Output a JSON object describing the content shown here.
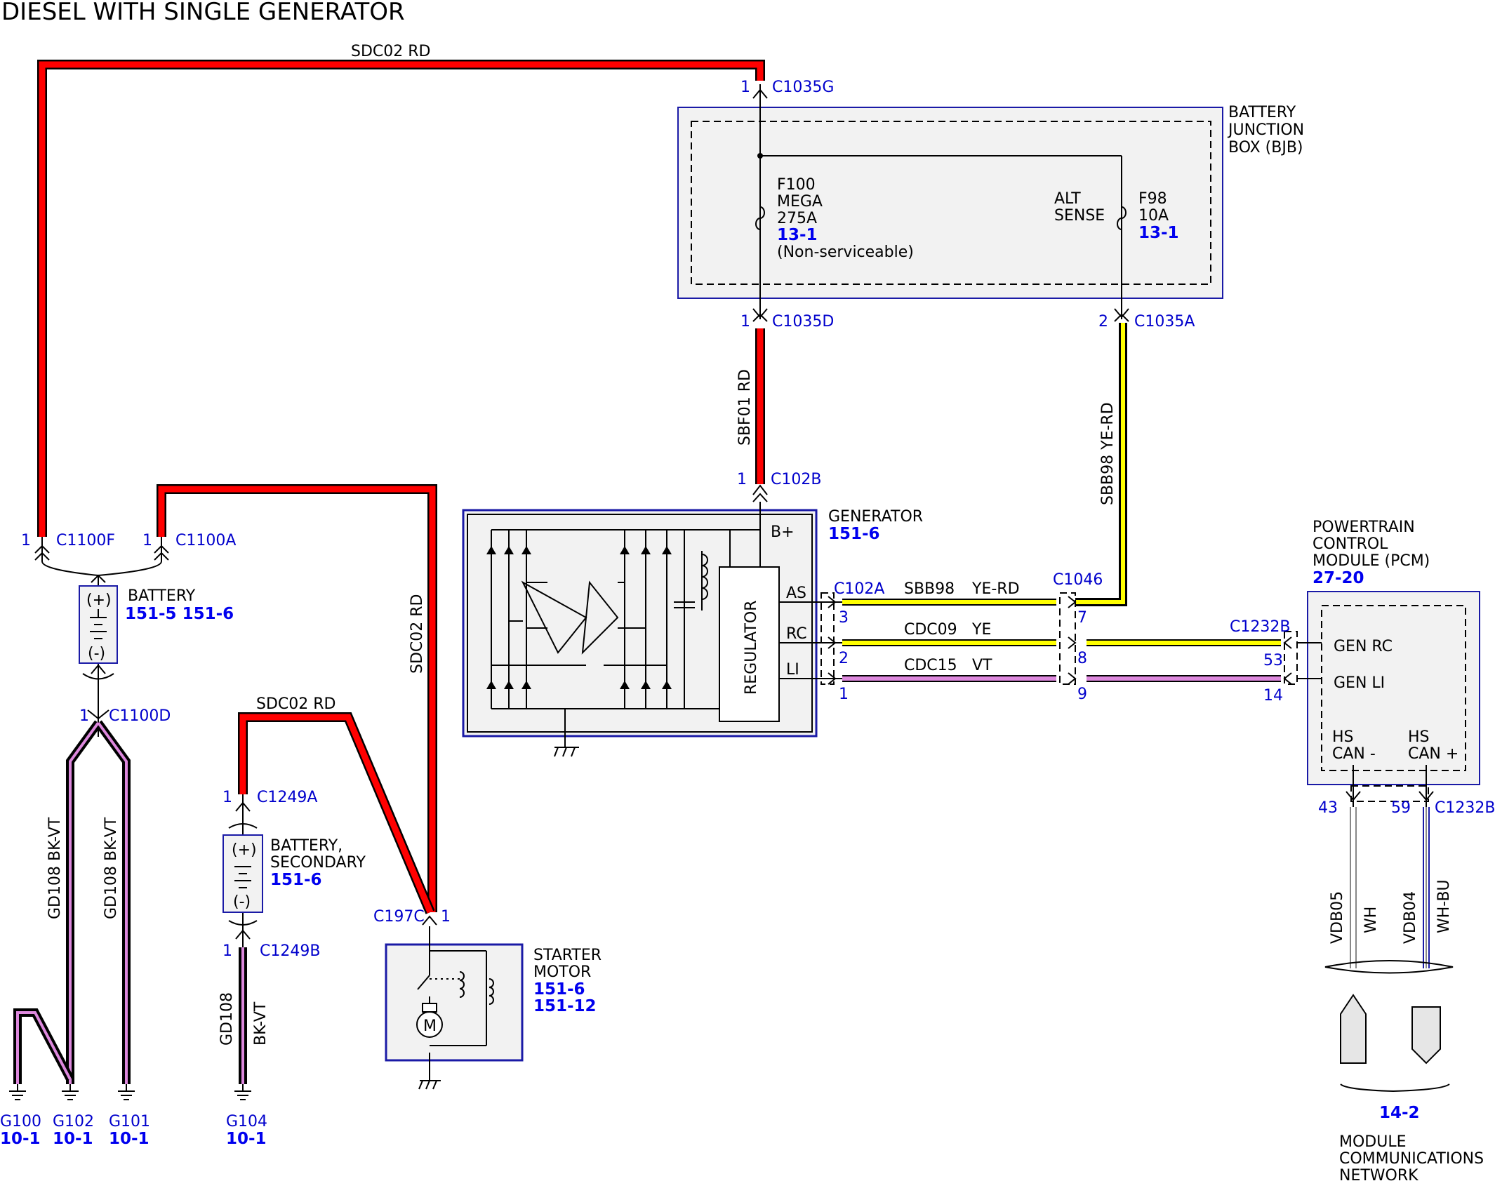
{
  "title": "DIESEL WITH SINGLE GENERATOR",
  "wires": {
    "sdc02_top": "SDC02   RD",
    "sbf01": "SBF01   RD",
    "sdc02_mid": "SDC02   RD",
    "sdc02_low": "SDC02   RD",
    "sbb98_vert": "SBB98   YE-RD",
    "sbb98_h": "SBB98",
    "sbb98_h_color": "YE-RD",
    "cdc09": "CDC09",
    "cdc09_color": "YE",
    "cdc15": "CDC15",
    "cdc15_color": "VT",
    "gd108_a": "GD108   BK-VT",
    "gd108_b": "GD108   BK-VT",
    "gd108_c": "GD108",
    "gd108_c_color": "BK-VT",
    "vdb05": "VDB05",
    "vdb05_color": "WH",
    "vdb04": "VDB04",
    "vdb04_color": "WH-BU"
  },
  "connectors": {
    "c1035g": "C1035G",
    "c1035g_pin": "1",
    "c1035d": "C1035D",
    "c1035d_pin": "1",
    "c1035a": "C1035A",
    "c1035a_pin": "2",
    "c102b": "C102B",
    "c102b_pin": "1",
    "c1100f": "C1100F",
    "c1100f_pin": "1",
    "c1100a": "C1100A",
    "c1100a_pin": "1",
    "c1100d": "C1100D",
    "c1100d_pin": "1",
    "c1249a": "C1249A",
    "c1249a_pin": "1",
    "c1249b": "C1249B",
    "c1249b_pin": "1",
    "c197c": "C197C",
    "c197c_pin": "1",
    "c102a": "C102A",
    "c102a_pins": [
      "3",
      "2",
      "1"
    ],
    "c1046": "C1046",
    "c1046_pins": [
      "7",
      "8",
      "9"
    ],
    "c1232b_top": "C1232B",
    "c1232b_pins": [
      "53",
      "14"
    ],
    "c1232b_bot": "C1232B",
    "c1232b_bot_pins": [
      "43",
      "59"
    ]
  },
  "bjb": {
    "label": [
      "BATTERY",
      "JUNCTION",
      "BOX (BJB)"
    ],
    "f100": [
      "F100",
      "MEGA",
      "275A"
    ],
    "f100_ref": "13-1",
    "f100_note": "(Non-serviceable)",
    "alt_sense": [
      "ALT",
      "SENSE"
    ],
    "f98": [
      "F98",
      "10A"
    ],
    "f98_ref": "13-1"
  },
  "generator": {
    "label": "GENERATOR",
    "ref": "151-6",
    "bplus": "B+",
    "pins": [
      "AS",
      "RC",
      "LI"
    ],
    "regulator": "REGULATOR"
  },
  "pcm": {
    "label": [
      "POWERTRAIN",
      "CONTROL",
      "MODULE (PCM)"
    ],
    "ref": "27-20",
    "gen_rc": "GEN RC",
    "gen_li": "GEN LI",
    "hs_can_minus": [
      "HS",
      "CAN -"
    ],
    "hs_can_plus": [
      "HS",
      "CAN +"
    ]
  },
  "battery": {
    "label": "BATTERY",
    "ref": "151-5 151-6",
    "plus": "(+)",
    "minus": "(-)"
  },
  "battery2": {
    "label": [
      "BATTERY,",
      "SECONDARY"
    ],
    "ref": "151-6",
    "plus": "(+)",
    "minus": "(-)"
  },
  "starter": {
    "label": [
      "STARTER",
      "MOTOR"
    ],
    "ref1": "151-6",
    "ref2": "151-12",
    "motor": "M"
  },
  "grounds": [
    {
      "name": "G100",
      "ref": "10-1"
    },
    {
      "name": "G102",
      "ref": "10-1"
    },
    {
      "name": "G101",
      "ref": "10-1"
    },
    {
      "name": "G104",
      "ref": "10-1"
    }
  ],
  "network": {
    "ref": "14-2",
    "label": [
      "MODULE",
      "COMMUNICATIONS",
      "NETWORK"
    ]
  },
  "colors": {
    "red": "#ff0000",
    "yellow": "#ffff00",
    "violet": "#dd88dd",
    "blue_text": "#0000cc",
    "box_border": "#1a1aa6"
  }
}
